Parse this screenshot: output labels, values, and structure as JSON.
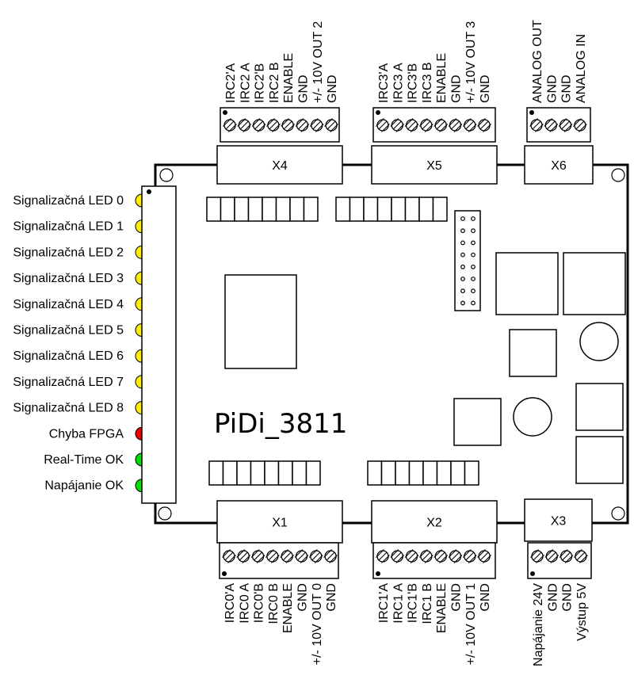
{
  "board": {
    "name": "PiDi_3811",
    "colors": {
      "line": "#000000",
      "background": "#ffffff",
      "led_yellow": "#ffee00",
      "led_red": "#ee0000",
      "led_green": "#00dd00"
    }
  },
  "leds": [
    {
      "label": "Signalizačná LED 0",
      "color": "yellow"
    },
    {
      "label": "Signalizačná LED 1",
      "color": "yellow"
    },
    {
      "label": "Signalizačná LED 2",
      "color": "yellow"
    },
    {
      "label": "Signalizačná LED 3",
      "color": "yellow"
    },
    {
      "label": "Signalizačná LED 4",
      "color": "yellow"
    },
    {
      "label": "Signalizačná LED 5",
      "color": "yellow"
    },
    {
      "label": "Signalizačná LED 6",
      "color": "yellow"
    },
    {
      "label": "Signalizačná LED 7",
      "color": "yellow"
    },
    {
      "label": "Signalizačná LED 8",
      "color": "yellow"
    },
    {
      "label": "Chyba FPGA",
      "color": "red"
    },
    {
      "label": "Real-Time OK",
      "color": "green"
    },
    {
      "label": "Napájanie OK",
      "color": "green"
    }
  ],
  "connectors": {
    "X4": {
      "label": "X4",
      "pins": [
        "IRC2'A",
        "IRC2 A",
        "IRC2'B",
        "IRC2 B",
        "ENABLE",
        "GND",
        "+/- 10V OUT 2",
        "GND"
      ]
    },
    "X5": {
      "label": "X5",
      "pins": [
        "IRC3'A",
        "IRC3 A",
        "IRC3'B",
        "IRC3 B",
        "ENABLE",
        "GND",
        "+/- 10V OUT 3",
        "GND"
      ]
    },
    "X6": {
      "label": "X6",
      "pins": [
        "ANALOG OUT",
        "GND",
        "GND",
        "ANALOG IN"
      ]
    },
    "X1": {
      "label": "X1",
      "pins": [
        "IRC0'A",
        "IRC0 A",
        "IRC0'B",
        "IRC0 B",
        "ENABLE",
        "GND",
        "+/- 10V OUT 0",
        "GND"
      ]
    },
    "X2": {
      "label": "X2",
      "pins": [
        "IRC1'A",
        "IRC1 A",
        "IRC1'B",
        "IRC1 B",
        "ENABLE",
        "GND",
        "+/- 10V OUT 1",
        "GND"
      ]
    },
    "X3": {
      "label": "X3",
      "pins": [
        "Napájanie 24V",
        "GND",
        "GND",
        "Výstup 5V"
      ]
    }
  }
}
